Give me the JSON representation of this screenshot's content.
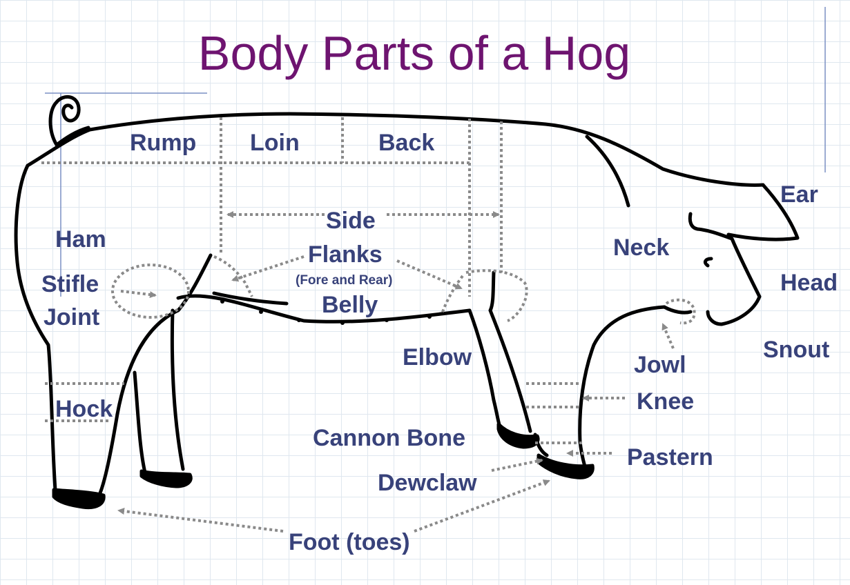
{
  "title": "Body Parts of a Hog",
  "colors": {
    "title": "#6e1470",
    "labels": "#38427a",
    "outline": "#000000",
    "dotted": "#8a8a8a",
    "grid": "#dfe7ef"
  },
  "labels": {
    "rump": "Rump",
    "loin": "Loin",
    "back": "Back",
    "ham": "Ham",
    "side": "Side",
    "flanks": "Flanks",
    "fore_rear": "(Fore and Rear)",
    "belly": "Belly",
    "stifle": "Stifle",
    "joint": "Joint",
    "neck": "Neck",
    "ear": "Ear",
    "head": "Head",
    "snout": "Snout",
    "jowl": "Jowl",
    "knee": "Knee",
    "elbow": "Elbow",
    "hock": "Hock",
    "cannon_bone": "Cannon Bone",
    "pastern": "Pastern",
    "dewclaw": "Dewclaw",
    "foot": "Foot (toes)"
  }
}
